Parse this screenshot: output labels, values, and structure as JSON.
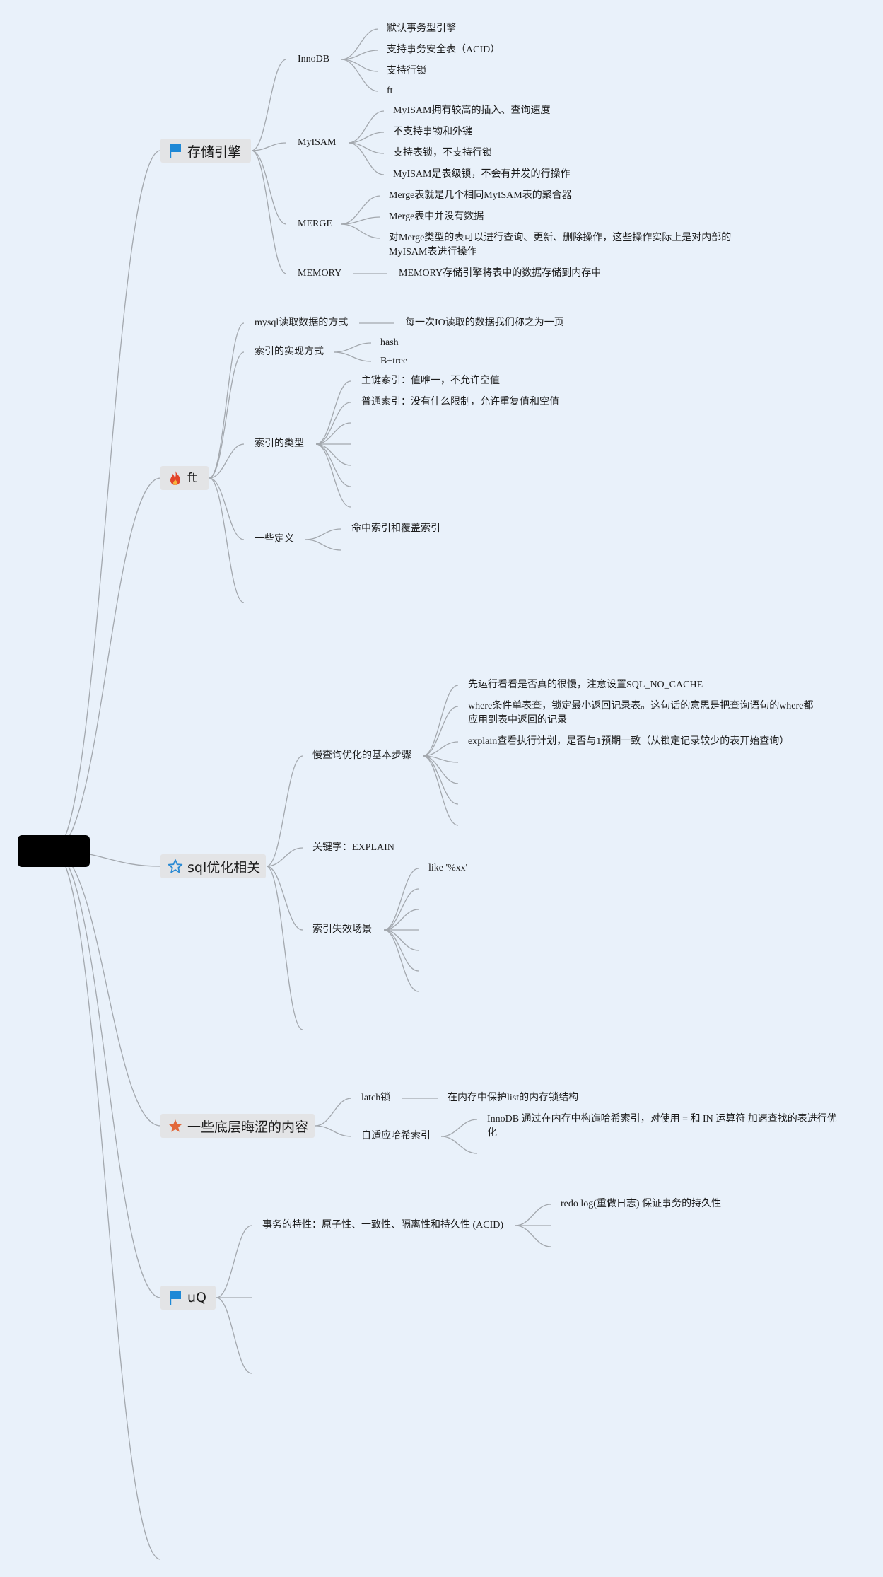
{
  "colors": {
    "background": "#e9f1fa",
    "line": "#a3a8ae",
    "topic_bg": "#e3e4e6",
    "flag_icon": "#1e88d6",
    "fire_icon": "#e2442a",
    "star_outline_icon": "#2a8ad4",
    "star_filled_icon": "#e2683a"
  },
  "topics": {
    "storage": {
      "label": "存储引擎",
      "icon": "flag-icon"
    },
    "ft": {
      "label": "ft",
      "icon": "fire-icon"
    },
    "sql": {
      "label": "sql优化相关",
      "icon": "star-outline-icon"
    },
    "low": {
      "label": "一些底层晦涩的内容",
      "icon": "star-filled-icon"
    },
    "uq": {
      "label": "uQ",
      "icon": "flag-icon"
    }
  },
  "storage": {
    "innodb": "InnoDB",
    "innodb_items": [
      "默认事务型引擎",
      "支持事务安全表（ACID）",
      "支持行锁",
      "ft"
    ],
    "myisam": "MyISAM",
    "myisam_items": [
      "MyISAM拥有较高的插入、查询速度",
      "不支持事物和外键",
      "支持表锁，不支持行锁",
      "MyISAM是表级锁，不会有并发的行操作"
    ],
    "merge": "MERGE",
    "merge_items": [
      "Merge表就是几个相同MyISAM表的聚合器",
      "Merge表中并没有数据",
      "对Merge类型的表可以进行查询、更新、删除操作，这些操作实际上是对内部的MyISAM表进行操作"
    ],
    "memory": "MEMORY",
    "memory_item": "MEMORY存储引擎将表中的数据存储到内存中"
  },
  "ft": {
    "read": "mysql读取数据的方式",
    "read_item": "每一次IO读取的数据我们称之为一页",
    "impl": "索引的实现方式",
    "impl_items": [
      "hash",
      "B+tree"
    ],
    "types": "索引的类型",
    "types_items": [
      "主键索引：值唯一，不允许空值",
      "普通索引：没有什么限制，允许重复值和空值"
    ],
    "defs": "一些定义",
    "defs_items": [
      "命中索引和覆盖索引"
    ]
  },
  "sql": {
    "steps": "慢查询优化的基本步骤",
    "steps_items": [
      "先运行看看是否真的很慢，注意设置SQL_NO_CACHE",
      "where条件单表查，锁定最小返回记录表。这句话的意思是把查询语句的where都应用到表中返回的记录",
      "explain查看执行计划，是否与1预期一致（从锁定记录较少的表开始查询）"
    ],
    "keyword": "关键字：EXPLAIN",
    "fail": "索引失效场景",
    "fail_items": [
      "like '%xx'"
    ]
  },
  "low": {
    "latch": "latch锁",
    "latch_item": "在内存中保护list的内存锁结构",
    "hash": "自适应哈希索引",
    "hash_item": "InnoDB 通过在内存中构造哈希索引，对使用 = 和 IN 运算符 加速查找的表进行优化"
  },
  "uq": {
    "acid": "事务的特性：原子性、一致性、隔离性和持久性 (ACID)",
    "acid_items": [
      "redo log(重做日志) 保证事务的持久性"
    ]
  }
}
